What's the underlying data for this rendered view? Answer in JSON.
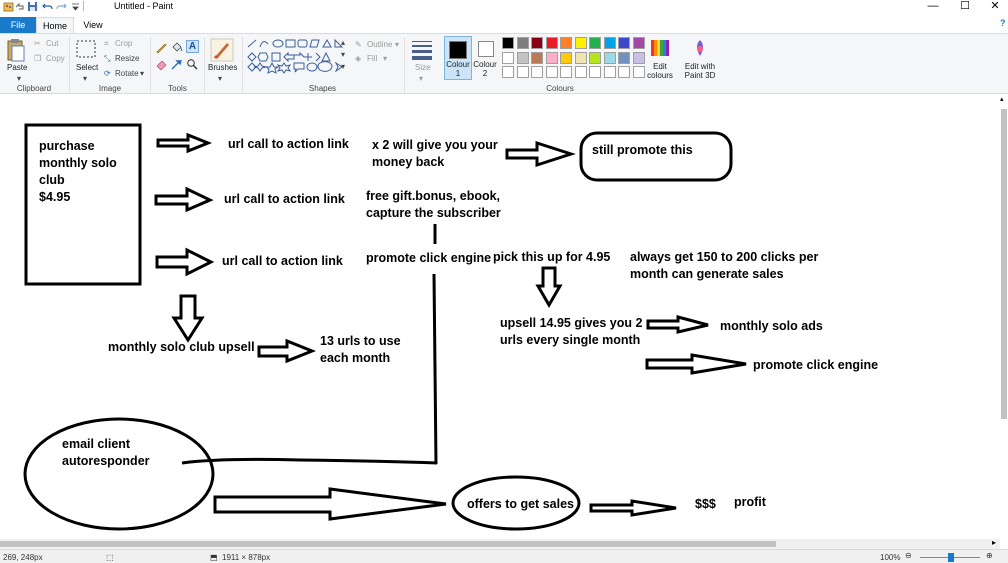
{
  "window": {
    "title": "Untitled - Paint",
    "minimize": "—",
    "maximize": "☐",
    "close": "✕"
  },
  "tabs": {
    "file": "File",
    "home": "Home",
    "view": "View"
  },
  "ribbon": {
    "clipboard": {
      "paste": "Paste",
      "cut": "Cut",
      "copy": "Copy",
      "label": "Clipboard"
    },
    "image": {
      "select": "Select",
      "crop": "Crop",
      "resize": "Resize",
      "rotate": "Rotate",
      "label": "Image"
    },
    "tools": {
      "label": "Tools"
    },
    "brushes": {
      "label": "Brushes"
    },
    "shapes": {
      "outline": "Outline",
      "fill": "Fill",
      "label": "Shapes"
    },
    "size": {
      "label": "Size"
    },
    "colours": {
      "colour1": "Colour 1",
      "colour2": "Colour 2",
      "edit": "Edit colours",
      "paint3d": "Edit with Paint 3D",
      "label": "Colours",
      "colour1_value": "#000000",
      "colour2_value": "#ffffff",
      "palette_row1": [
        "#000000",
        "#7f7f7f",
        "#880015",
        "#ed1c24",
        "#ff7f27",
        "#fff200",
        "#22b14c",
        "#00a2e8",
        "#3f48cc",
        "#a349a4"
      ],
      "palette_row2": [
        "#ffffff",
        "#c3c3c3",
        "#b97a57",
        "#ffaec9",
        "#ffc90e",
        "#efe4b0",
        "#b5e61d",
        "#99d9ea",
        "#7092be",
        "#c8bfe7"
      ]
    }
  },
  "canvas": {
    "texts": {
      "purchase": [
        "purchase",
        "monthly solo",
        "club",
        "$4.95"
      ],
      "url1": "url call to action link",
      "url2": "url call to action link",
      "url3": "url call to action link",
      "x2": [
        "x 2 will give you your",
        "money back"
      ],
      "still_promote": "still promote this",
      "free_gift": [
        "free gift.bonus, ebook,",
        "capture the subscriber"
      ],
      "promote_engine_1": "promote click engine",
      "pick_this": "pick this up for 4.95",
      "always_get": [
        "always get 150 to 200 clicks per",
        "month can generate sales"
      ],
      "upsell": [
        "upsell 14.95 gives you 2",
        "urls every single month"
      ],
      "monthly_solo_ads": "monthly solo ads",
      "promote_engine_2": "promote click engine",
      "monthly_upsell": "monthly solo club upsell",
      "urls13": [
        "13 urls to use",
        "each month"
      ],
      "email_client": [
        "email client",
        "autoresponder"
      ],
      "offers": "offers to get sales",
      "dollars": "$$$",
      "profit": "profit"
    }
  },
  "status": {
    "cursor": "269, 248px",
    "canvas_size": "1911 × 878px",
    "zoom": "100%"
  }
}
